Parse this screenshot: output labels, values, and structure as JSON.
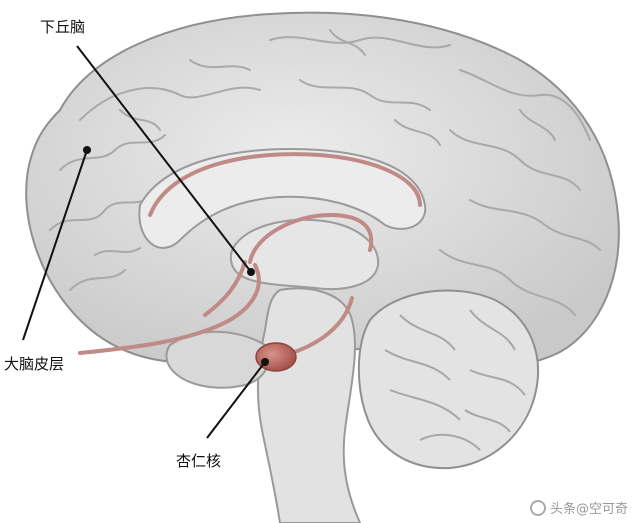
{
  "labels": {
    "hypothalamus": "下丘脑",
    "cerebral_cortex": "大脑皮层",
    "amygdala": "杏仁核"
  },
  "watermark": {
    "text": "头条@空可奇"
  },
  "colors": {
    "brain_fill": "#dcdcdc",
    "fold_stroke": "#a9a9a9",
    "inner_fill": "#ececec",
    "pathway": "#c08a86",
    "amygdala": "#b8615a",
    "leader_line": "#111111"
  }
}
